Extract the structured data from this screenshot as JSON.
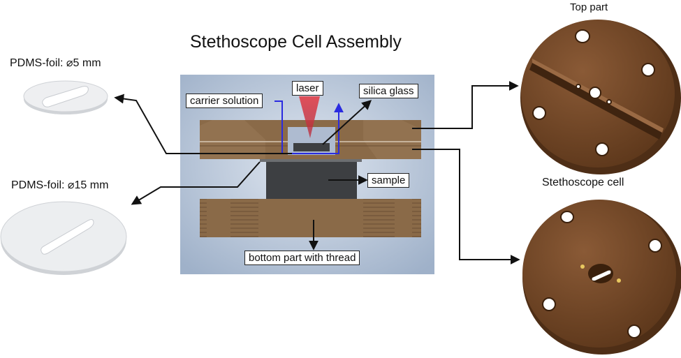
{
  "title": "Stethoscope Cell Assembly",
  "labels": {
    "pdms_small": "PDMS-foil: ⌀5 mm",
    "pdms_large": "PDMS-foil: ⌀15 mm",
    "top_part": "Top part",
    "stethoscope_cell": "Stethoscope cell",
    "laser": "laser",
    "silica_glass": "silica glass",
    "carrier_solution": "carrier solution",
    "sample": "sample",
    "bottom_part": "bottom part with thread"
  },
  "colors": {
    "wood": "#8a6a48",
    "wood_dark": "#5d4430",
    "disc_brown": "#6e4426",
    "panel_bg": "#a9b9cf",
    "sample_block": "#3d3f42",
    "laser_red": "#d9343a",
    "flow_blue": "#2a2be0"
  }
}
